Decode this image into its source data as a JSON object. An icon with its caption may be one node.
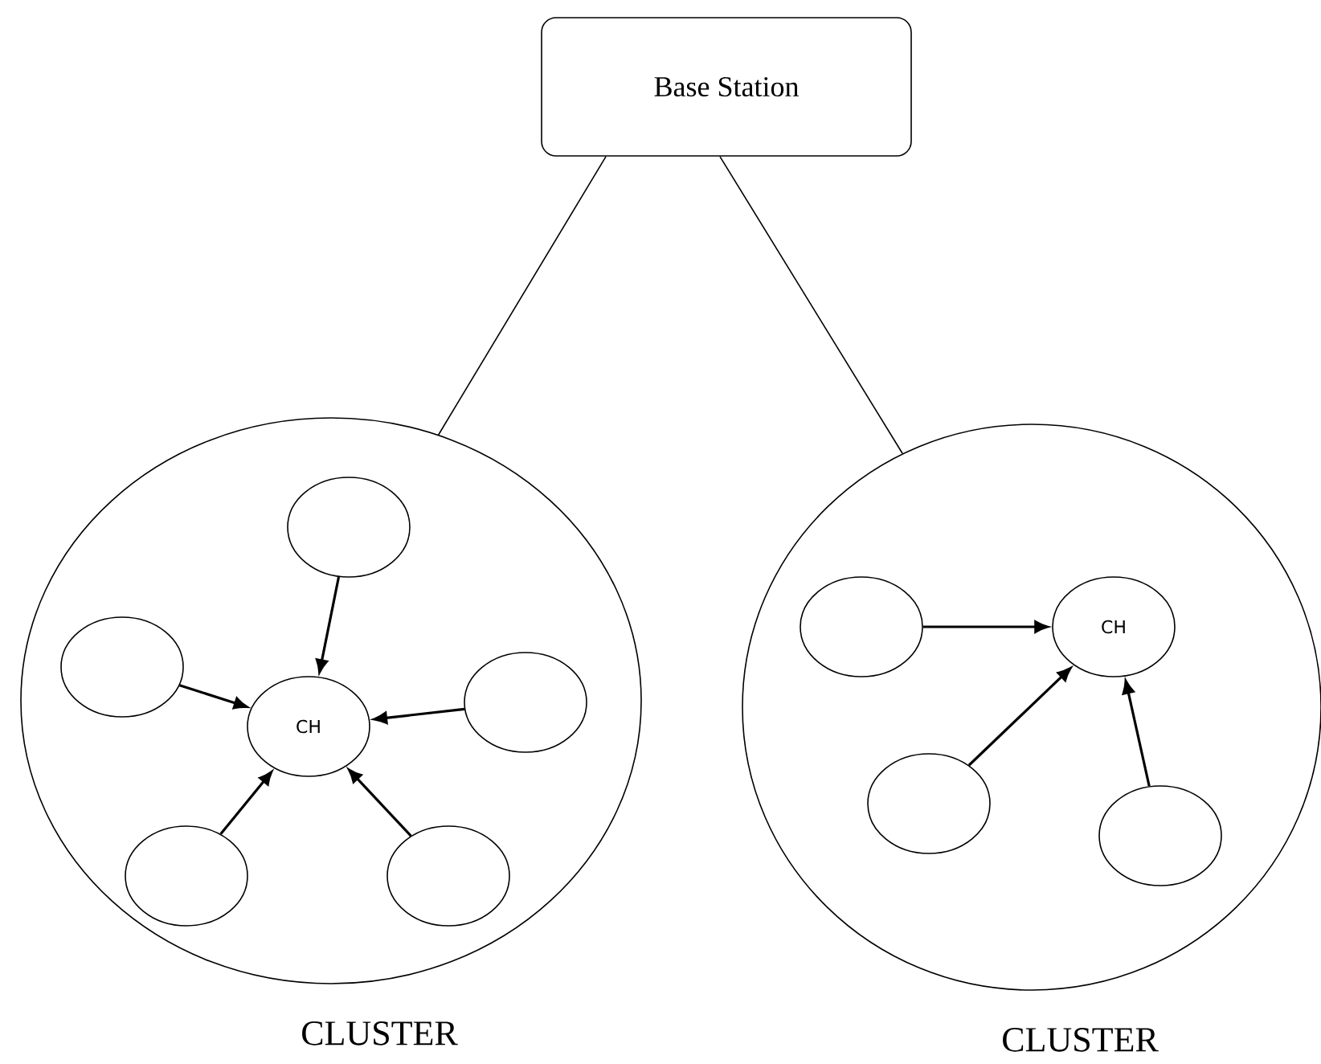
{
  "diagram": {
    "nodes": [
      {
        "text": [
          "Base Station"
        ]
      },
      {
        "text": [],
        "shape": "ellipse",
        "beside": [
          "CLUSTER"
        ]
      },
      {
        "text": [],
        "shape": "ellipse",
        "beside": [
          "CLUSTER"
        ]
      },
      {
        "text": [],
        "shape": "ellipse",
        "in": 1
      },
      {
        "text": [],
        "shape": "ellipse",
        "in": 1
      },
      {
        "text": [
          "CH"
        ],
        "in": 1
      },
      {
        "text": [],
        "shape": "ellipse",
        "in": 1
      },
      {
        "text": [],
        "shape": "ellipse",
        "in": 1
      },
      {
        "text": [],
        "shape": "ellipse",
        "in": 1
      },
      {
        "text": [],
        "shape": "ellipse",
        "in": 2
      },
      {
        "text": [
          "CH"
        ],
        "in": 2
      },
      {
        "text": [],
        "shape": "ellipse",
        "in": 2
      },
      {
        "text": [],
        "shape": "ellipse",
        "in": 2
      }
    ],
    "edges": [
      {
        "from": 0,
        "to": 1,
        "arrow": "none"
      },
      {
        "from": 0,
        "to": 2,
        "arrow": "none"
      },
      {
        "from": 3,
        "to": 5,
        "arrow": "to"
      },
      {
        "from": 4,
        "to": 5,
        "arrow": "to"
      },
      {
        "from": 6,
        "to": 5,
        "arrow": "to"
      },
      {
        "from": 7,
        "to": 5,
        "arrow": "to"
      },
      {
        "from": 8,
        "to": 5,
        "arrow": "to"
      },
      {
        "from": 9,
        "to": 10,
        "arrow": "to"
      },
      {
        "from": 11,
        "to": 10,
        "arrow": "to"
      },
      {
        "from": 12,
        "to": 10,
        "arrow": "to"
      }
    ]
  }
}
